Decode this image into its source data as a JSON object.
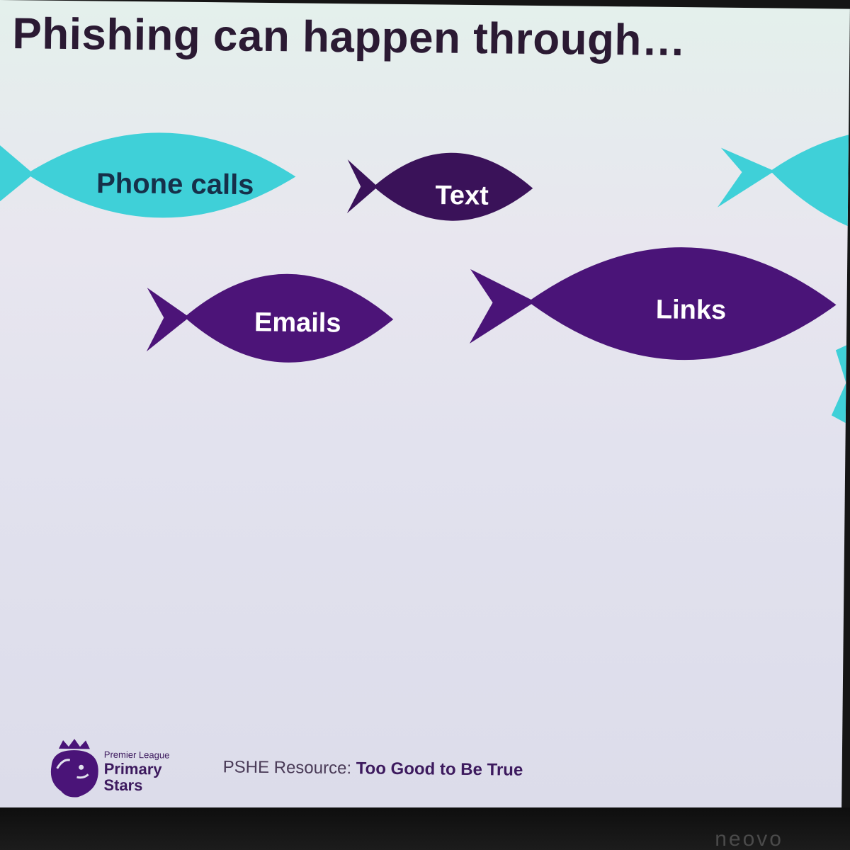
{
  "slide": {
    "title": "Phishing can happen through…",
    "fish": [
      {
        "label": "Phone calls",
        "color": "#3fd0d8",
        "text_color": "#16304a"
      },
      {
        "label": "Text",
        "color": "#3a1259",
        "text_color": "#ffffff"
      },
      {
        "label": "Emails",
        "color": "#4c1478",
        "text_color": "#ffffff"
      },
      {
        "label": "Links",
        "color": "#4a1478",
        "text_color": "#ffffff"
      }
    ],
    "footer": {
      "brand_small": "Premier League",
      "brand_line1": "Primary",
      "brand_line2": "Stars",
      "resource_prefix": "PSHE Resource:",
      "resource_name": "Too Good to Be True"
    }
  },
  "monitor": {
    "brand": "neovo"
  },
  "colors": {
    "teal": "#3fd0d8",
    "purple": "#4a1478",
    "title": "#2b1a33"
  }
}
